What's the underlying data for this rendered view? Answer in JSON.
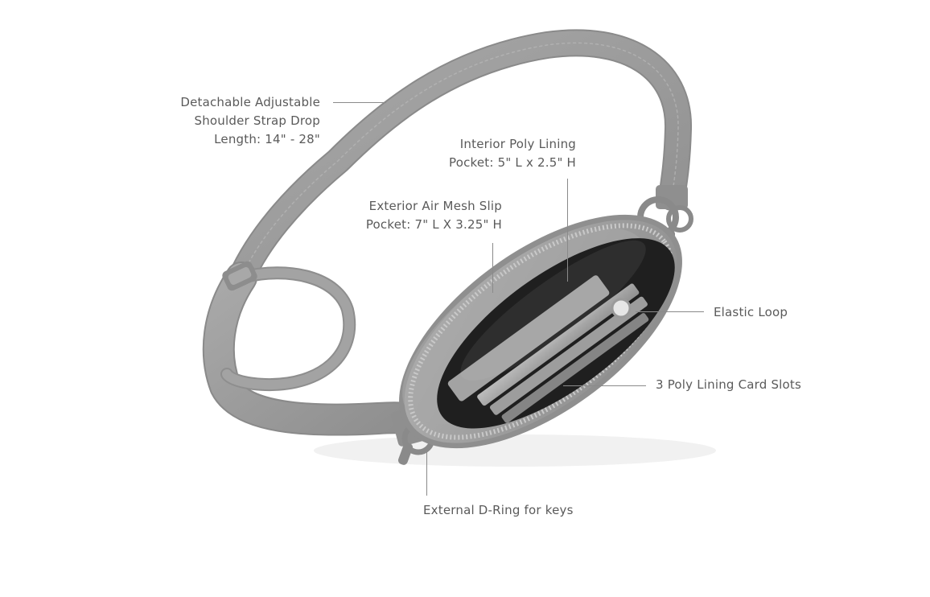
{
  "product": {
    "image_subject": "crossbody-belt-bag",
    "colors": {
      "background": "#ffffff",
      "bag_body": "#9a9a9a",
      "strap": "#9b9b9b",
      "interior": "#1f1f1f",
      "label_text": "#5a5a5a",
      "leader_line": "#8a8a8a"
    }
  },
  "callouts": {
    "strap": {
      "line1": "Detachable Adjustable",
      "line2": "Shoulder Strap Drop",
      "line3": "Length: 14\" - 28\""
    },
    "interior_pocket": {
      "line1": "Interior Poly Lining",
      "line2": "Pocket: 5\" L x 2.5\" H"
    },
    "exterior_pocket": {
      "line1": "Exterior Air Mesh Slip",
      "line2": "Pocket: 7\" L X 3.25\" H"
    },
    "elastic_loop": {
      "line1": "Elastic Loop"
    },
    "card_slots": {
      "line1": "3 Poly Lining Card Slots"
    },
    "d_ring": {
      "line1": "External D-Ring for keys"
    }
  }
}
